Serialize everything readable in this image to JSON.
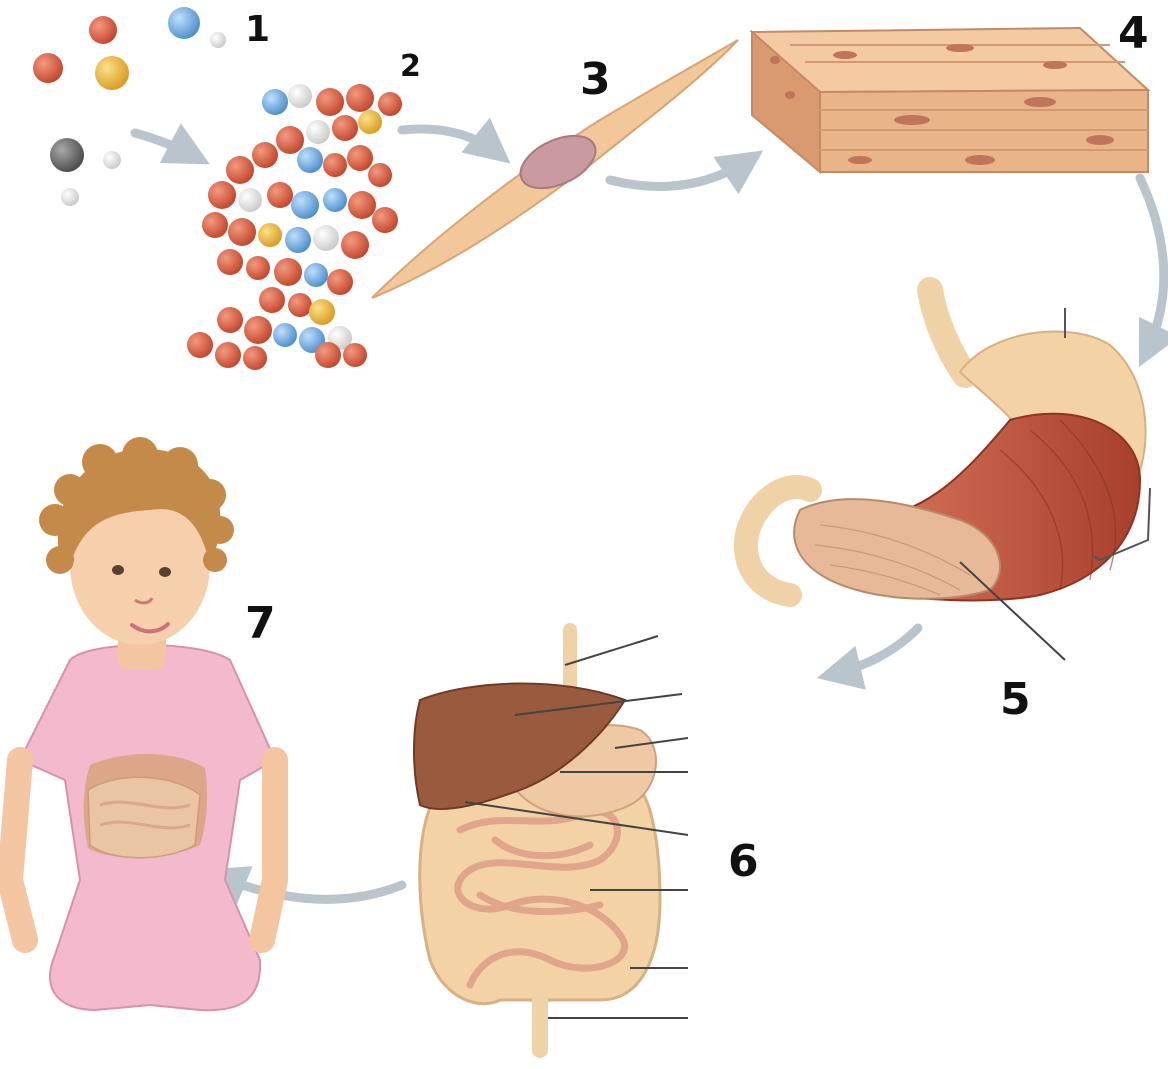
{
  "labels": {
    "n1": "1",
    "n2": "2",
    "n3": "3",
    "n4": "4",
    "n5": "5",
    "n6": "6",
    "n7": "7"
  },
  "colors": {
    "background": "#ffffff",
    "arrow": "#b9c4cc",
    "atom_red": "#d9553a",
    "atom_blue": "#6aa7dd",
    "atom_yellow": "#e8b030",
    "atom_gray": "#6c6c6c",
    "cell": "#f2c89a",
    "nucleus": "#c99aa0",
    "tissue": "#e8b488",
    "stomach_muscle": "#c2583e",
    "liver": "#9a5a3e",
    "intestine": "#f0c6a0",
    "shirt": "#f3b9cc",
    "hair": "#c48a4a"
  },
  "icons": [
    "atoms-cluster",
    "dna-molecule",
    "muscle-cell",
    "muscle-tissue-block",
    "stomach-organ",
    "digestive-system",
    "child-organism"
  ]
}
